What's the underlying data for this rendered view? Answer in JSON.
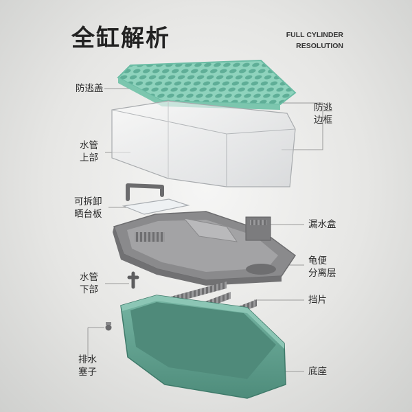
{
  "header": {
    "title": "全缸解析",
    "subtitle_line1": "FULL CYLINDER",
    "subtitle_line2": "RESOLUTION"
  },
  "labels": {
    "escape_cover": "防逃盖",
    "escape_frame_l1": "防逃",
    "escape_frame_l2": "边框",
    "pipe_upper_l1": "水管",
    "pipe_upper_l2": "上部",
    "sun_board_l1": "可拆卸",
    "sun_board_l2": "晒台板",
    "leak_box": "漏水盒",
    "separator_l1": "龟便",
    "separator_l2": "分离层",
    "pipe_lower_l1": "水管",
    "pipe_lower_l2": "下部",
    "baffle": "挡片",
    "drain_plug_l1": "排水",
    "drain_plug_l2": "塞子",
    "base": "底座"
  },
  "colors": {
    "cover_green": "#8fd3bd",
    "base_green": "#5c9e8c",
    "tray_gray": "#8a8a8c"
  }
}
